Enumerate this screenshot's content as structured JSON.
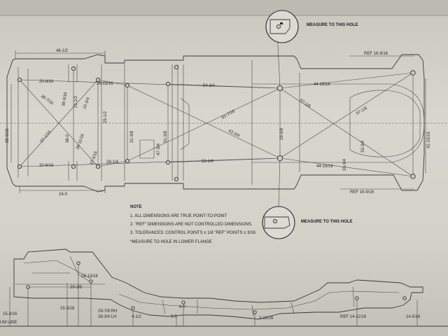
{
  "callouts": {
    "top": "MEASURE TO THIS HOLE",
    "bottom": "MEASURE TO THIS HOLE"
  },
  "notes": {
    "title": "NOTE",
    "items": [
      "1. ALL DIMENSIONS ARE TRUE POINT-TO-POINT",
      "2. \"REF\" DIMENSIONS ARE NOT CONTROLLED DIMENSIONS.",
      "3. TOLERANCES:  CONTROL POINTS ± 1/8   \"REF\" POINTS ± 3/16"
    ],
    "footnote": "*MEASURE TO HOLE IN LOWER FLANGE"
  },
  "plan_dims": {
    "top_width": "46-1/2",
    "bottom_width": "16-0",
    "ref_top_right": "REF 16-9/16",
    "ref_bottom_right": "REF 16-9/16",
    "left_height": "35-9/16",
    "d_20_9_top": "20-9/16",
    "d_20_9_bottom": "20-9/16",
    "d_26_15": "26-15/16",
    "d_28_1_4": "28-1/4",
    "d_38_3_16": "38-3/16",
    "d_38_7_16": "38-7/16",
    "d_57_1_16": "57-1/16",
    "d_36_0": "36-0",
    "d_38_11_16": "38-11/16",
    "d_37_3_16": "37-3/16",
    "d_31_3_8": "31-3/8",
    "d_22_3_4": "22-3/4",
    "d_31_3_8b": "31-3/8",
    "d_47_3_4": "47-3/4",
    "d_54_3_4": "54-3/4",
    "d_61_7_16": "61-7/16",
    "d_62_3_4": "62-3/4",
    "d_53_1_4": "53-1/4",
    "d_29_5_8": "29-5/8",
    "d_57_1_8": "57-1/8",
    "d_44_15_top": "44-15/16",
    "d_44_15_bottom": "44-15/16",
    "d_57_1_8b": "57-1/8",
    "d_33_3_4": "33-3/4",
    "d_33_3_4b": "33-3/4",
    "d_41_15_16": "41-15/16",
    "d_21_1_2": "21-1/2",
    "d_25_1_2": "25-1/2"
  },
  "side_dims": {
    "d_28_13_16": "28-13/16",
    "d_29_3_8": "29-3/8",
    "d_15_3_16": "15-3/16",
    "d_15_3_16b": "15-3/16",
    "d_29_7_8": "29-7/8 RH",
    "d_28_3_4": "28-3/4 LH",
    "d_4_1_2": "4-1/2",
    "d_6_0": "6-0",
    "d_5_0": "5-0",
    "d_3_13_16": "3-13/16",
    "ref_14_11_16": "REF 14-11/16",
    "d_14_5_16": "14-5/16",
    "datum": "UM LINE"
  }
}
